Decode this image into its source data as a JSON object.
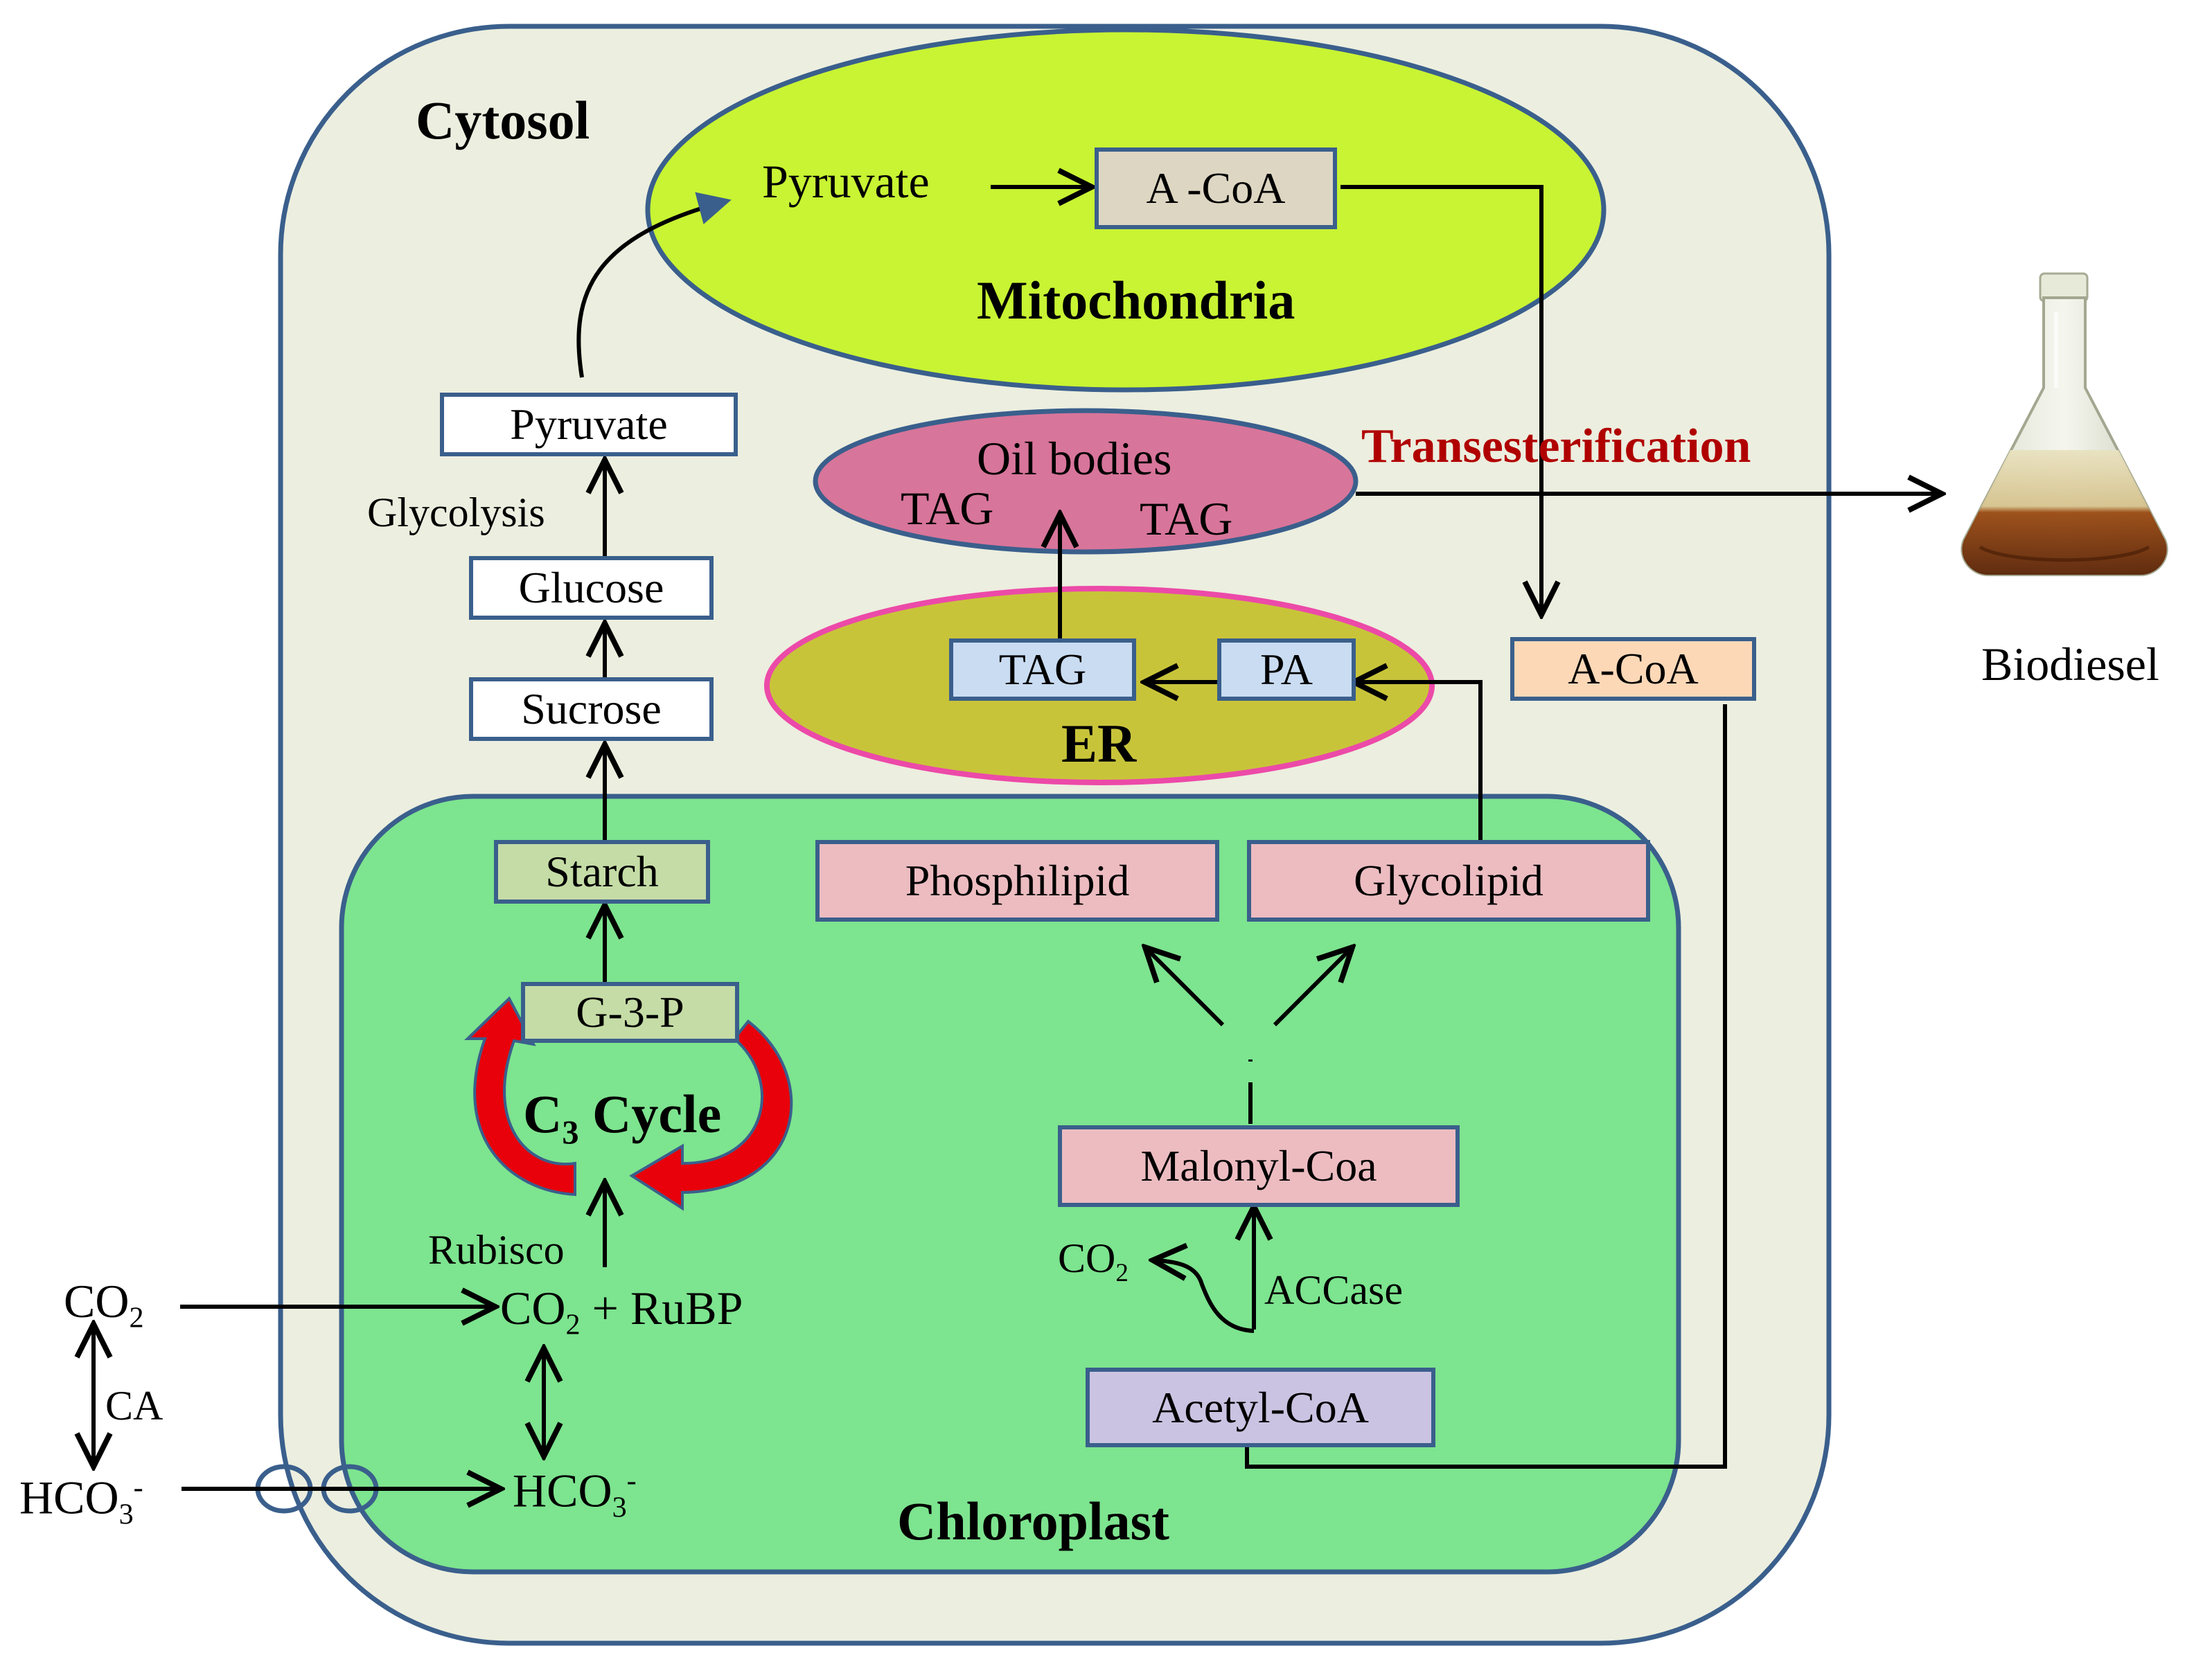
{
  "regions": {
    "cytosol": "Cytosol",
    "mitochondria": "Mitochondria",
    "er": "ER",
    "chloroplast": "Chloroplast",
    "oil_bodies": "Oil bodies"
  },
  "nodes": {
    "mito_pyruvate": "Pyruvate",
    "mito_acoa": "A -CoA",
    "pyruvate": "Pyruvate",
    "glucose": "Glucose",
    "sucrose": "Sucrose",
    "starch": "Starch",
    "g3p": "G-3-P",
    "c3_cycle_c": "C",
    "c3_cycle_sub": "3",
    "c3_cycle_rest": " Cycle",
    "oil_tag_1": "TAG",
    "oil_tag_2": "TAG",
    "er_tag": "TAG",
    "er_pa": "PA",
    "cyto_acoa": "A-CoA",
    "phospholipid": "Phosphilipid",
    "glycolipid": "Glycolipid",
    "malonyl_coa": "Malonyl-Coa",
    "acetyl_coa": "Acetyl-CoA",
    "co2_out": "CO",
    "co2_out_sub": "2",
    "co2_ext": "CO",
    "co2_ext_sub": "2",
    "hco3_ext": "HCO",
    "hco3_ext_sub": "3",
    "hco3_ext_sup": "-",
    "co2_rubp_a": "CO",
    "co2_rubp_sub": "2",
    "co2_rubp_b": " + RuBP",
    "hco3_int": "HCO",
    "hco3_int_sub": "3",
    "hco3_int_sup": "-"
  },
  "labels": {
    "glycolysis": "Glycolysis",
    "rubisco": "Rubisco",
    "ca": "CA",
    "accase": "ACCase",
    "transesterification": "Transesterification",
    "biodiesel": "Biodiesel"
  },
  "colors": {
    "cytosol_fill": "#eceedf",
    "outline_blue": "#3a5f8c",
    "mitochondria_fill": "#c8f433",
    "oil_bodies_fill": "#d8759a",
    "er_fill": "#c8c43a",
    "er_outline": "#ec4aa8",
    "chloroplast_fill": "#7de48f",
    "transesterification_text": "#b00000",
    "cycle_arrow_red": "#e8000a"
  }
}
